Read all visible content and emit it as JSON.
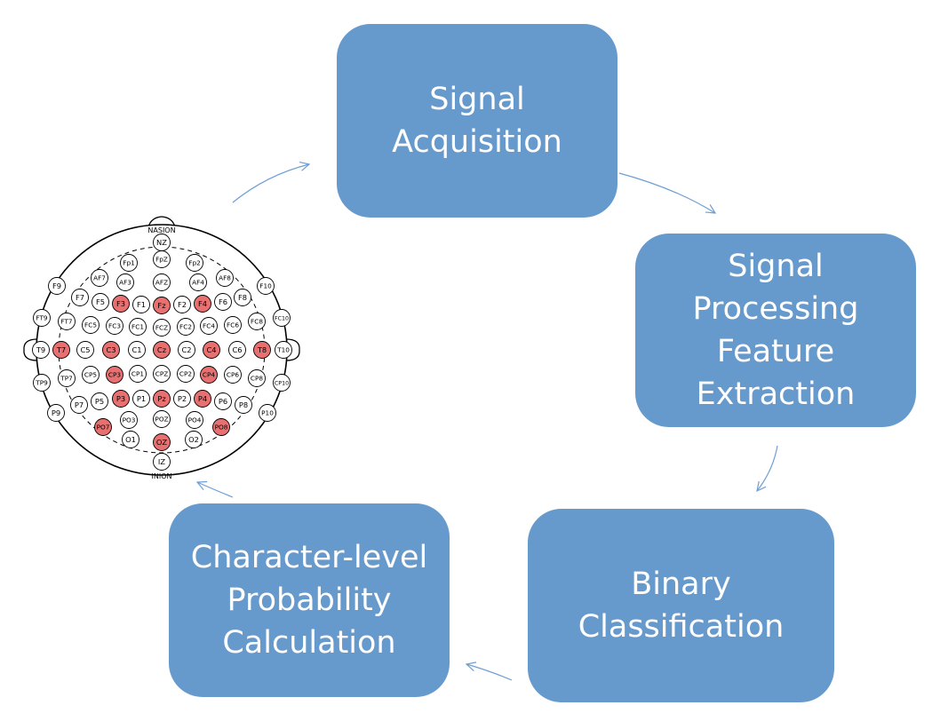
{
  "colors": {
    "box_fill": "#6699cc",
    "box_text": "#ffffff",
    "arrow": "#6e9ed6",
    "electrode_highlight": "#e87070",
    "electrode_plain": "#ffffff"
  },
  "nodes": {
    "signal_acquisition": "Signal\nAcquisition",
    "signal_processing": "Signal\nProcessing\nFeature\nExtraction",
    "binary_classification": "Binary\nClassification",
    "probability_calculation": "Character-level\nProbability\nCalculation"
  },
  "eeg_map": {
    "top_label": "NASION",
    "bottom_label": "INION",
    "electrodes": [
      {
        "label": "NZ",
        "highlighted": false
      },
      {
        "label": "FpZ",
        "highlighted": false
      },
      {
        "label": "Fp1",
        "highlighted": false
      },
      {
        "label": "Fp2",
        "highlighted": false
      },
      {
        "label": "AF7",
        "highlighted": false
      },
      {
        "label": "AF3",
        "highlighted": false
      },
      {
        "label": "AFZ",
        "highlighted": false
      },
      {
        "label": "AF4",
        "highlighted": false
      },
      {
        "label": "AF8",
        "highlighted": false
      },
      {
        "label": "F9",
        "highlighted": false
      },
      {
        "label": "F7",
        "highlighted": false
      },
      {
        "label": "F5",
        "highlighted": false
      },
      {
        "label": "F3",
        "highlighted": true
      },
      {
        "label": "F1",
        "highlighted": false
      },
      {
        "label": "Fz",
        "highlighted": true
      },
      {
        "label": "F2",
        "highlighted": false
      },
      {
        "label": "F4",
        "highlighted": true
      },
      {
        "label": "F6",
        "highlighted": false
      },
      {
        "label": "F8",
        "highlighted": false
      },
      {
        "label": "F10",
        "highlighted": false
      },
      {
        "label": "FT9",
        "highlighted": false
      },
      {
        "label": "FT7",
        "highlighted": false
      },
      {
        "label": "FC5",
        "highlighted": false
      },
      {
        "label": "FC3",
        "highlighted": false
      },
      {
        "label": "FC1",
        "highlighted": false
      },
      {
        "label": "FCZ",
        "highlighted": false
      },
      {
        "label": "FC2",
        "highlighted": false
      },
      {
        "label": "FC4",
        "highlighted": false
      },
      {
        "label": "FC6",
        "highlighted": false
      },
      {
        "label": "FC8",
        "highlighted": false
      },
      {
        "label": "FC10",
        "highlighted": false
      },
      {
        "label": "T9",
        "highlighted": false
      },
      {
        "label": "T7",
        "highlighted": true
      },
      {
        "label": "C5",
        "highlighted": false
      },
      {
        "label": "C3",
        "highlighted": true
      },
      {
        "label": "C1",
        "highlighted": false
      },
      {
        "label": "Cz",
        "highlighted": true
      },
      {
        "label": "C2",
        "highlighted": false
      },
      {
        "label": "C4",
        "highlighted": true
      },
      {
        "label": "C6",
        "highlighted": false
      },
      {
        "label": "T8",
        "highlighted": true
      },
      {
        "label": "T10",
        "highlighted": false
      },
      {
        "label": "TP9",
        "highlighted": false
      },
      {
        "label": "TP7",
        "highlighted": false
      },
      {
        "label": "CP5",
        "highlighted": false
      },
      {
        "label": "CP3",
        "highlighted": true
      },
      {
        "label": "CP1",
        "highlighted": false
      },
      {
        "label": "CPZ",
        "highlighted": false
      },
      {
        "label": "CP2",
        "highlighted": false
      },
      {
        "label": "CP4",
        "highlighted": true
      },
      {
        "label": "CP6",
        "highlighted": false
      },
      {
        "label": "CP8",
        "highlighted": false
      },
      {
        "label": "CP10",
        "highlighted": false
      },
      {
        "label": "P9",
        "highlighted": false
      },
      {
        "label": "P7",
        "highlighted": false
      },
      {
        "label": "P5",
        "highlighted": false
      },
      {
        "label": "P3",
        "highlighted": true
      },
      {
        "label": "P1",
        "highlighted": false
      },
      {
        "label": "Pz",
        "highlighted": true
      },
      {
        "label": "P2",
        "highlighted": false
      },
      {
        "label": "P4",
        "highlighted": true
      },
      {
        "label": "P6",
        "highlighted": false
      },
      {
        "label": "P8",
        "highlighted": false
      },
      {
        "label": "P10",
        "highlighted": false
      },
      {
        "label": "PO7",
        "highlighted": true
      },
      {
        "label": "PO3",
        "highlighted": false
      },
      {
        "label": "POZ",
        "highlighted": false
      },
      {
        "label": "PO4",
        "highlighted": false
      },
      {
        "label": "PO8",
        "highlighted": true
      },
      {
        "label": "O1",
        "highlighted": false
      },
      {
        "label": "OZ",
        "highlighted": true
      },
      {
        "label": "O2",
        "highlighted": false
      },
      {
        "label": "IZ",
        "highlighted": false
      }
    ]
  }
}
